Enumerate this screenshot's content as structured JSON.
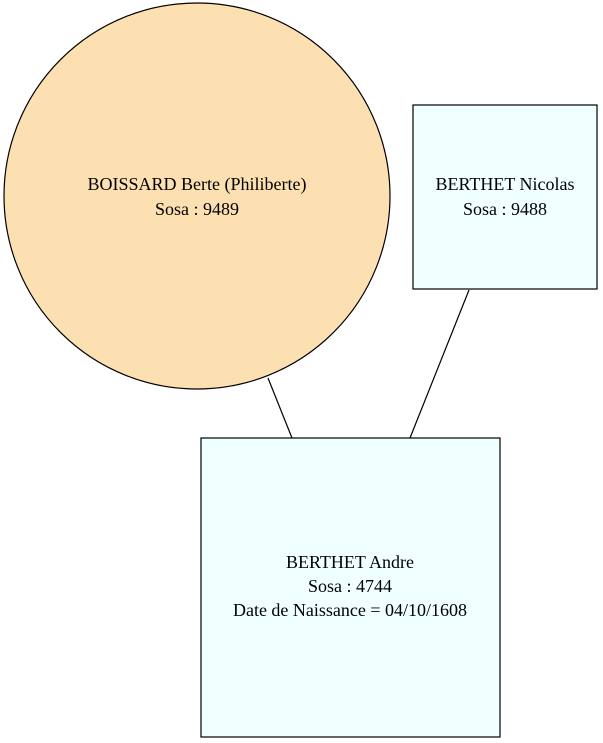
{
  "people": {
    "mother": {
      "name": "BOISSARD Berte (Philiberte)",
      "sosa": "Sosa : 9489",
      "fill": "#fde0b2",
      "shape": "ellipse"
    },
    "father": {
      "name": "BERTHET Nicolas",
      "sosa": "Sosa : 9488",
      "fill": "#f0ffff",
      "shape": "box"
    },
    "child": {
      "name": "BERTHET Andre",
      "sosa": "Sosa : 4744",
      "birth": "Date de Naissance = 04/10/1608",
      "fill": "#f0ffff",
      "shape": "box"
    }
  },
  "edges": [
    {
      "from": "mother",
      "to": "child"
    },
    {
      "from": "father",
      "to": "child"
    }
  ]
}
